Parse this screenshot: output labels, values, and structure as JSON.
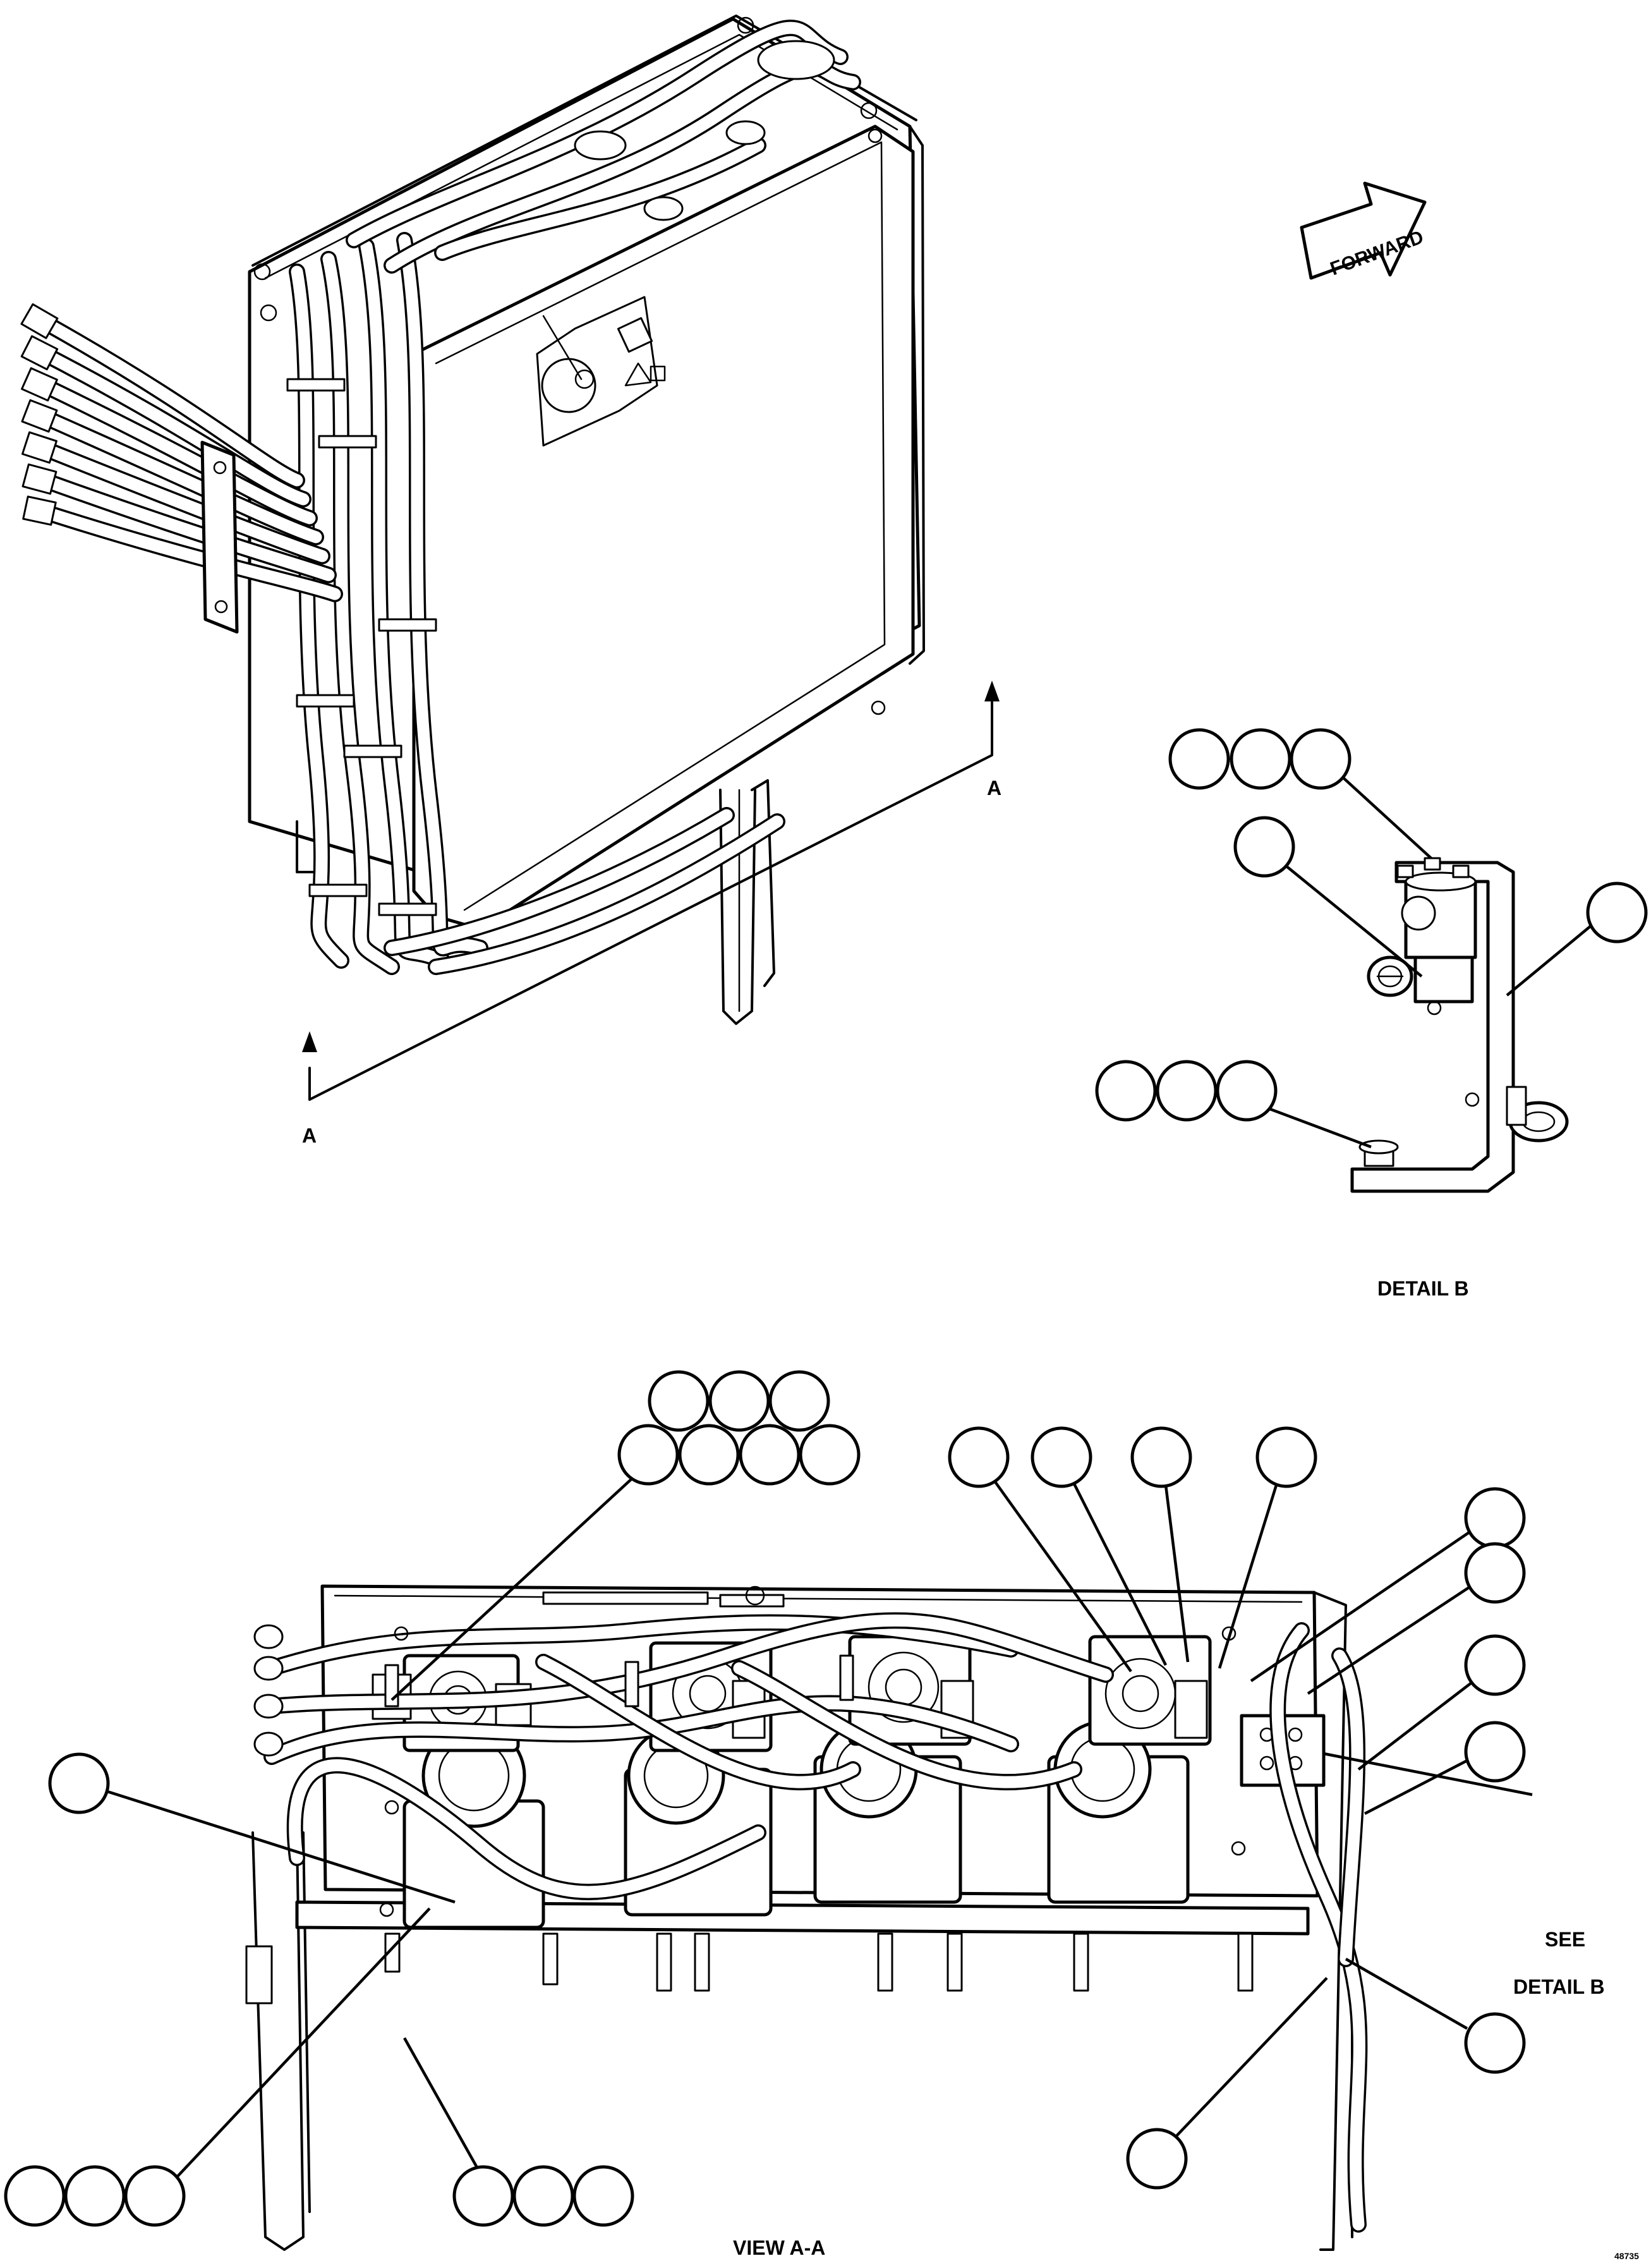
{
  "labels": {
    "forward": "FORWARD",
    "section_mark_a_right": "A",
    "section_mark_a_left": "A",
    "detail_b_title": "DETAIL B",
    "see_note_line1": "SEE",
    "see_note_line2": "DETAIL B",
    "view_aa_title": "VIEW A-A",
    "sheet_number": "48735"
  }
}
